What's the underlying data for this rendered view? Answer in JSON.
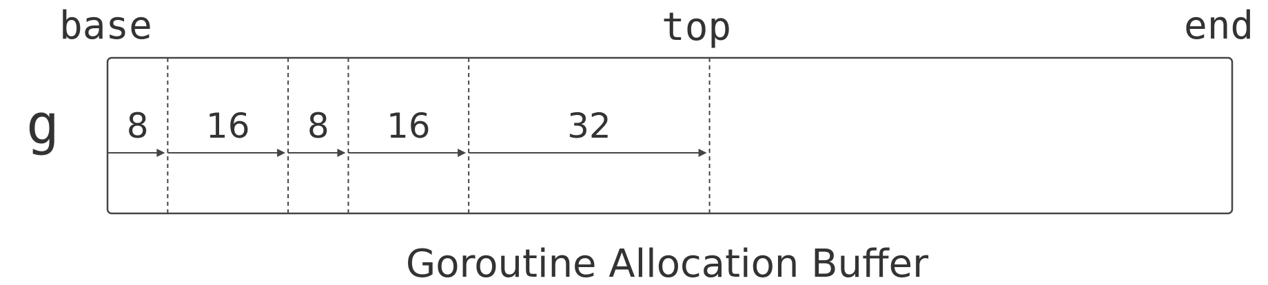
{
  "pointers": {
    "base": "base",
    "top": "top",
    "end": "end"
  },
  "goroutine_label": "g",
  "caption": "Goroutine Allocation Buffer",
  "segments": [
    {
      "size": "8"
    },
    {
      "size": "16"
    },
    {
      "size": "8"
    },
    {
      "size": "16"
    },
    {
      "size": "32"
    }
  ],
  "colors": {
    "stroke": "#444444",
    "text": "#333333",
    "background": "#ffffff"
  }
}
